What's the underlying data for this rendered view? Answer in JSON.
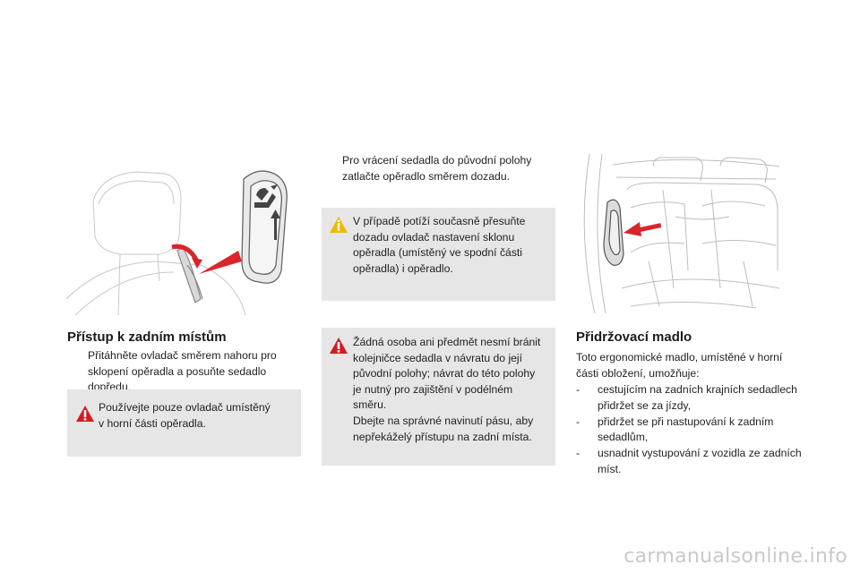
{
  "left": {
    "title": "Přístup k zadním místům",
    "bullet_symbol": "",
    "bullet_text": "Přitáhněte ovladač směrem nahoru pro\nsklopení opěradla a posuňte sedadlo dopředu.",
    "warning_text": "Používejte pouze ovladač umístěný\nv horní části opěradla."
  },
  "middle": {
    "bullet_symbol": "",
    "bullet_text": "Pro vrácení sedadla do původní polohy\nzatlačte opěradlo směrem dozadu.",
    "info_text": "V případě potíží současně přesuňte\ndozadu ovladač nastavení sklonu\nopěradla (umístěný ve spodní části\nopěradla) i opěradlo.",
    "warning_text": "Žádná osoba ani předmět nesmí bránit\nkolejničce sedadla v návratu do její\npůvodní polohy; návrat do této polohy\nje nutný pro zajištění v podélném\nsměru.\nDbejte na správné navinutí pásu, aby\nnepřekáželý přístupu na zadní místa."
  },
  "right": {
    "title": "Přidržovací madlo",
    "intro": "Toto ergonomické madlo, umístěné v horní\nčásti obložení, umožňuje:",
    "items": [
      {
        "dash": "-",
        "text": "cestujícím na zadních krajních sedadlech\npřidržet se za jízdy,"
      },
      {
        "dash": "-",
        "text": "přidržet se při nastupování k zadním\nsedadlům,"
      },
      {
        "dash": "-",
        "text": "usnadnit vystupování z vozidla ze zadních\nmíst."
      }
    ]
  },
  "watermark": "carmanualsonline.info",
  "icons": {
    "warning": "warning-icon",
    "info": "info-icon",
    "bullet": "pointer-bullet-icon"
  },
  "colors": {
    "box_bg": "#e6e6e6",
    "warning_red": "#d21c24",
    "info_yellow": "#f2b800",
    "arrow_red": "#d8262c"
  }
}
